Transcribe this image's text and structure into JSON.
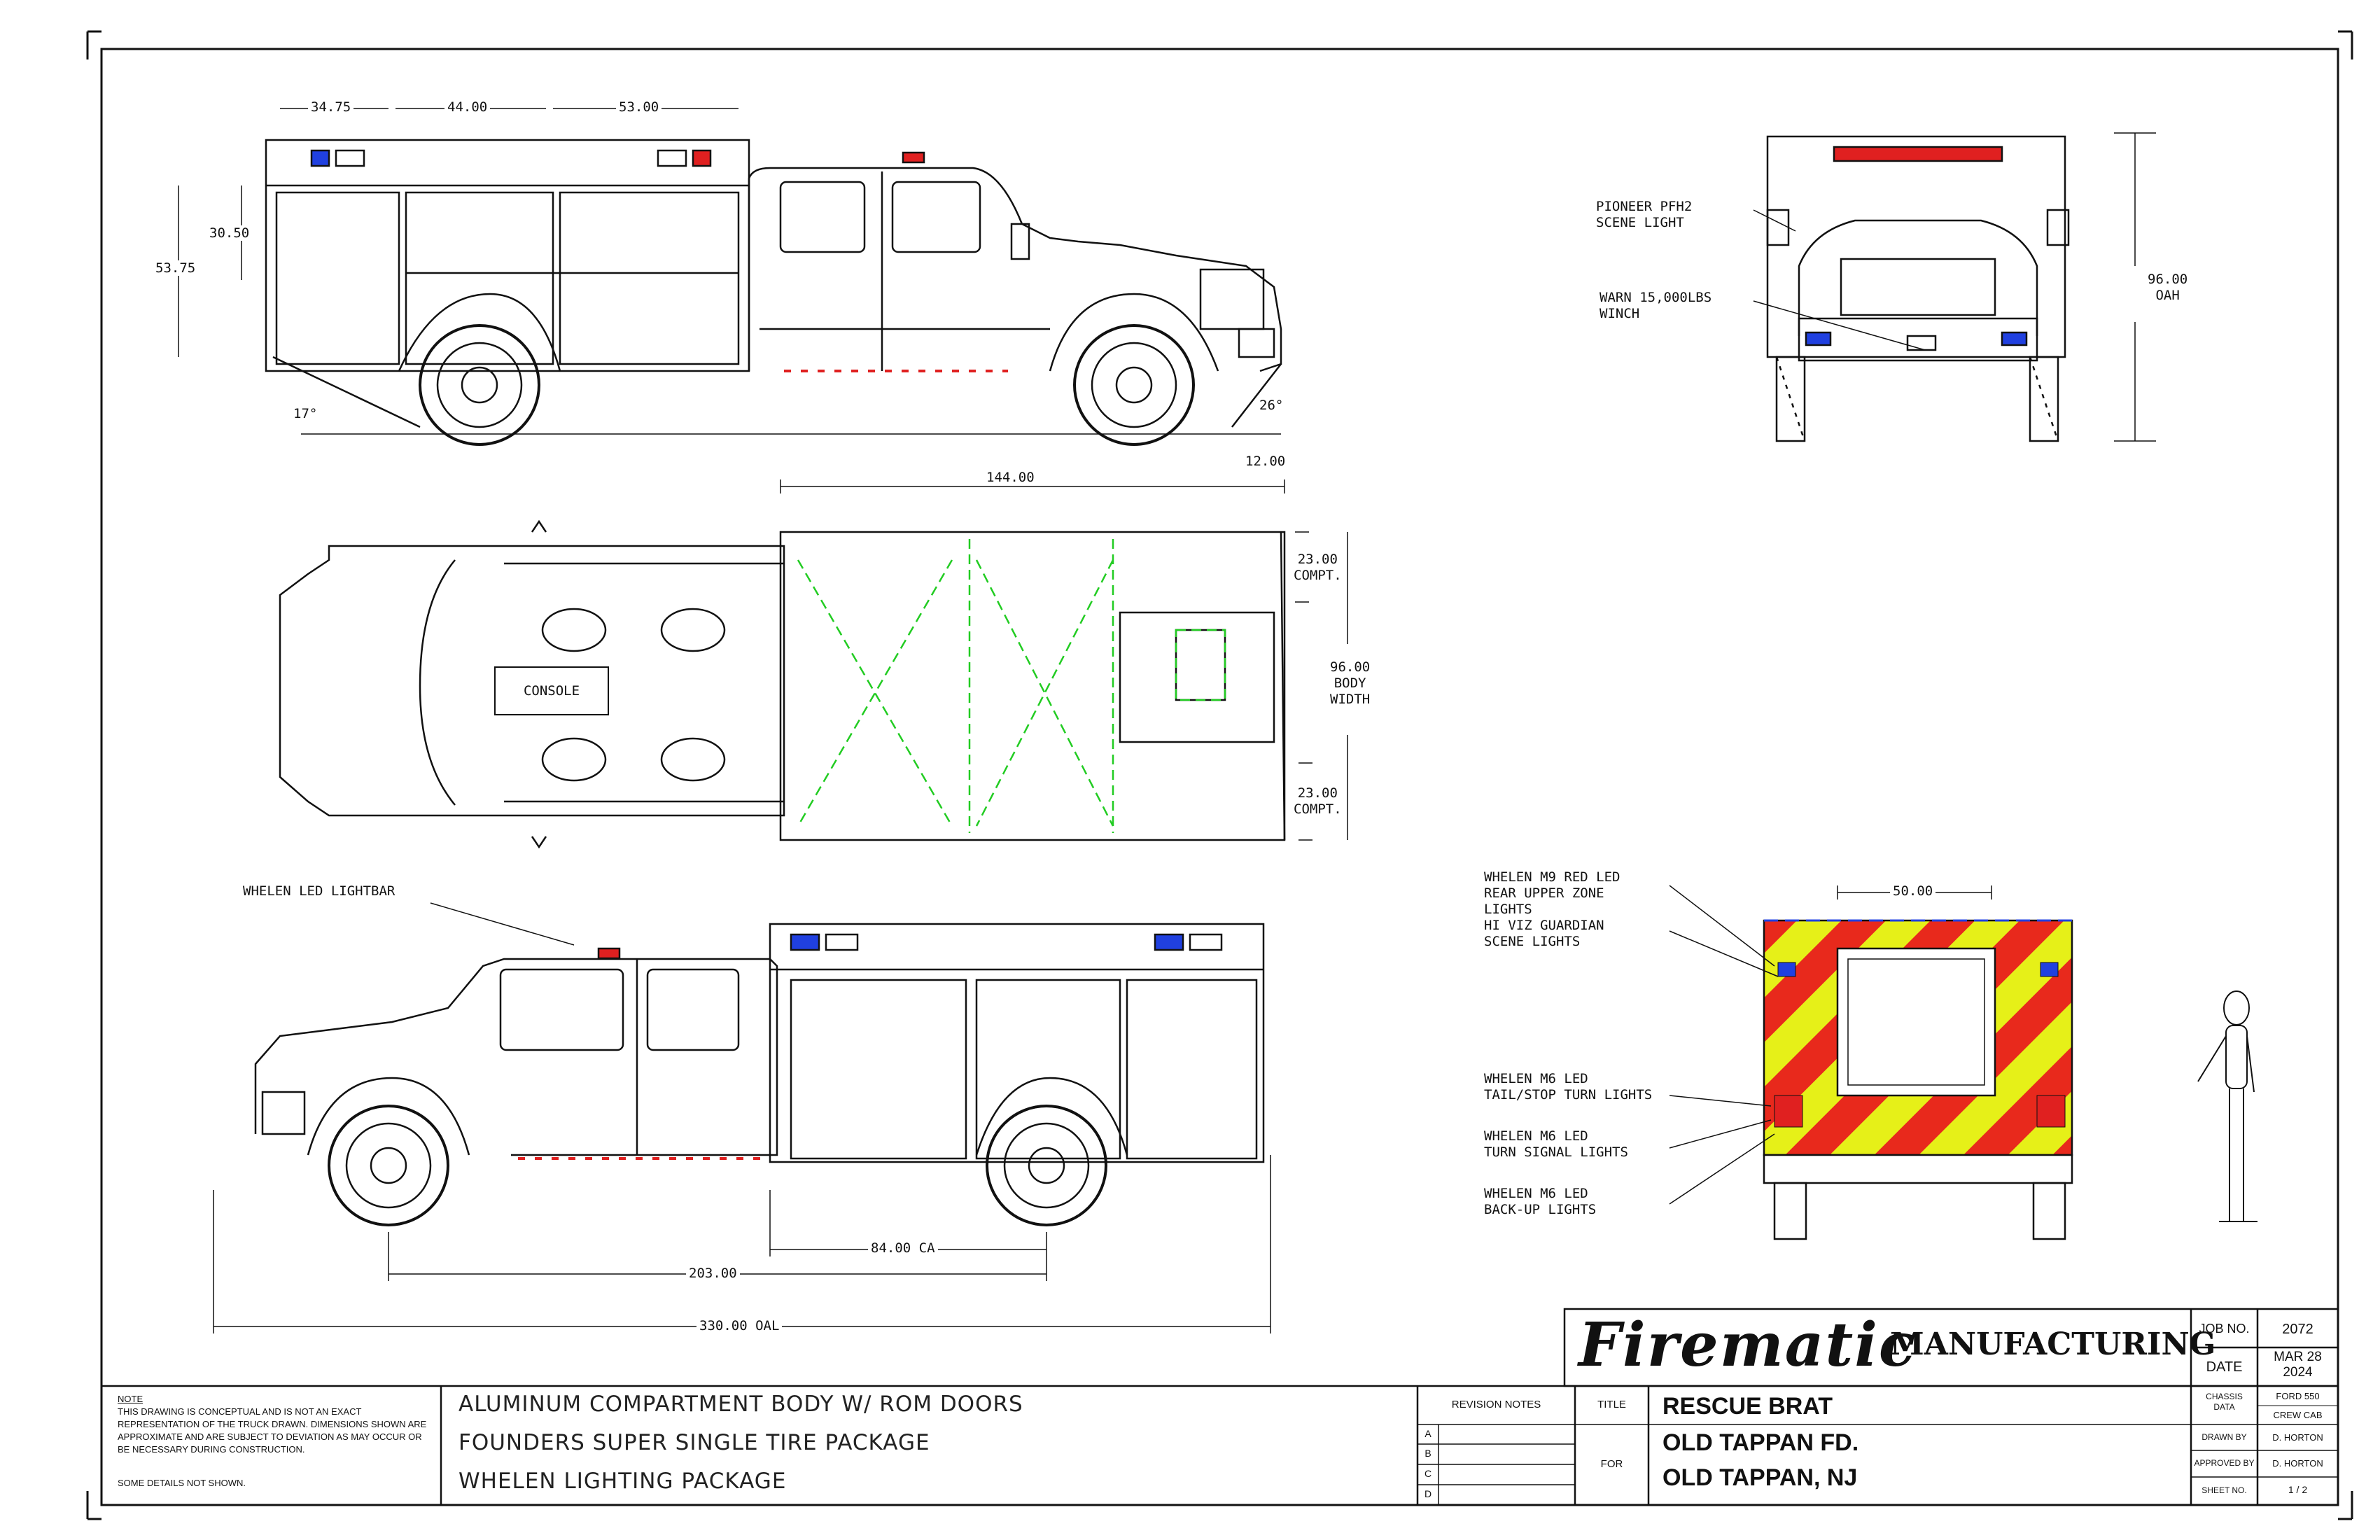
{
  "side_view_top": {
    "dims": {
      "d1": "34.75",
      "d2": "44.00",
      "d3": "53.00",
      "d4": "30.50",
      "d5": "53.75",
      "angle_rear": "17°",
      "angle_front": "26°"
    }
  },
  "front_view": {
    "labels": {
      "light": "PIONEER PFH2\nSCENE LIGHT",
      "winch": "WARN 15,000LBS\nWINCH"
    },
    "height": "96.00\nOAH"
  },
  "plan_view": {
    "dims": {
      "length": "144.00",
      "overhang": "12.00",
      "compt_top": "23.00\nCOMPT.",
      "width": "96.00\nBODY\nWIDTH",
      "compt_bottom": "23.00\nCOMPT."
    },
    "console": "CONSOLE"
  },
  "side_view_bottom": {
    "lightbar_label": "WHELEN LED LIGHTBAR",
    "dims": {
      "ca": "84.00 CA",
      "wb": "203.00",
      "oal": "330.00 OAL"
    }
  },
  "rear_view": {
    "width": "50.00",
    "labels": {
      "m9": "WHELEN M9 RED LED\nREAR UPPER ZONE\nLIGHTS\nHI VIZ GUARDIAN\nSCENE LIGHTS",
      "m6_tail": "WHELEN M6 LED\nTAIL/STOP TURN LIGHTS",
      "m6_turn": "WHELEN M6 LED\nTURN SIGNAL LIGHTS",
      "m6_backup": "WHELEN M6 LED\nBACK-UP LIGHTS"
    },
    "chevron_colors": [
      "#e8291c",
      "#e6f018"
    ]
  },
  "title_block": {
    "note_title": "NOTE",
    "note_text": "THIS DRAWING IS CONCEPTUAL AND IS NOT AN EXACT REPRESENTATION OF THE TRUCK DRAWN. DIMENSIONS SHOWN ARE APPROXIMATE AND ARE SUBJECT TO DEVIATION AS MAY OCCUR OR BE NECESSARY DURING CONSTRUCTION.",
    "note_footer": "SOME DETAILS NOT SHOWN.",
    "descriptions": [
      "ALUMINUM COMPARTMENT BODY W/ ROM DOORS",
      "FOUNDERS SUPER SINGLE TIRE PACKAGE",
      "WHELEN LIGHTING PACKAGE"
    ],
    "revision_header": "REVISION NOTES",
    "revisions": [
      "A",
      "B",
      "C",
      "D"
    ],
    "title_label": "TITLE",
    "title_value": "RESCUE BRAT",
    "for_label": "FOR",
    "for_value_1": "OLD TAPPAN FD.",
    "for_value_2": "OLD TAPPAN, NJ",
    "logo_script": "Firematic",
    "logo_text": "MANUFACTURING",
    "job_label": "JOB NO.",
    "job_value": "2072",
    "date_label": "DATE",
    "date_value": "MAR 28\n2024",
    "chassis_label": "CHASSIS\nDATA",
    "chassis_value_1": "FORD 550",
    "chassis_value_2": "CREW CAB",
    "drawn_label": "DRAWN BY",
    "drawn_value": "D. HORTON",
    "approved_label": "APPROVED BY",
    "approved_value": "D. HORTON",
    "sheet_label": "SHEET NO.",
    "sheet_value": "1 / 2"
  },
  "colors": {
    "line": "#111111",
    "green": "#22cc22",
    "red_light": "#e02020",
    "blue_light": "#2040e0",
    "amber": "#f0a020"
  }
}
